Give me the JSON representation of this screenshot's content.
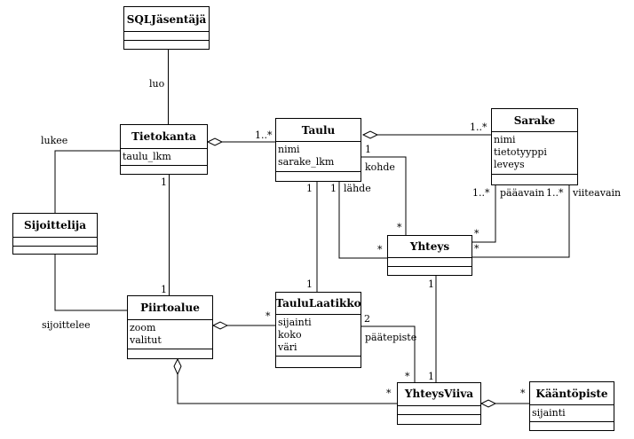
{
  "classes": {
    "sqljasentaja": {
      "name": "SQLJäsentäjä",
      "attributes": []
    },
    "tietokanta": {
      "name": "Tietokanta",
      "attributes": [
        "taulu_lkm"
      ]
    },
    "taulu": {
      "name": "Taulu",
      "attributes": [
        "nimi",
        "sarake_lkm"
      ]
    },
    "sarake": {
      "name": "Sarake",
      "attributes": [
        "nimi",
        "tietotyyppi",
        "leveys"
      ]
    },
    "sijoittelija": {
      "name": "Sijoittelija",
      "attributes": []
    },
    "yhteys": {
      "name": "Yhteys",
      "attributes": []
    },
    "piirtoalue": {
      "name": "Piirtoalue",
      "attributes": [
        "zoom",
        "valitut"
      ]
    },
    "taululaatikko": {
      "name": "TauluLaatikko",
      "attributes": [
        "sijainti",
        "koko",
        "väri"
      ]
    },
    "yhteysviiva": {
      "name": "YhteysViiva",
      "attributes": []
    },
    "kaantopiste": {
      "name": "Kääntöpiste",
      "attributes": [
        "sijainti"
      ]
    }
  },
  "labels": {
    "luo": "luo",
    "lukee": "lukee",
    "sijoittelee": "sijoittelee",
    "kohde": "kohde",
    "lahde": "lähde",
    "paaavain": "pääavain",
    "viiteavain": "viiteavain",
    "paatepiste": "päätepiste"
  },
  "multiplicities": {
    "tk_taulu": "1..*",
    "taulu_sarake": "1..*",
    "tk_piirto_top": "1",
    "tk_piirto_bottom": "1",
    "taulu_kohde": "1",
    "yhteys_kohde": "*",
    "taulu_tl_top": "1",
    "taulu_tl_bottom": "1",
    "taulu_lahde": "1",
    "yhteys_lahde": "*",
    "sarake_paaavain": "1..*",
    "yhteys_paaavain": "*",
    "sarake_viiteavain": "1..*",
    "yhteys_viiteavain": "*",
    "piirto_tl": "*",
    "tl_paatepiste": "2",
    "yv_paatepiste": "*",
    "yhteys_yv_top": "1",
    "yhteys_yv_bottom": "1",
    "piirto_yv": "*",
    "yv_kaanto": "*"
  }
}
